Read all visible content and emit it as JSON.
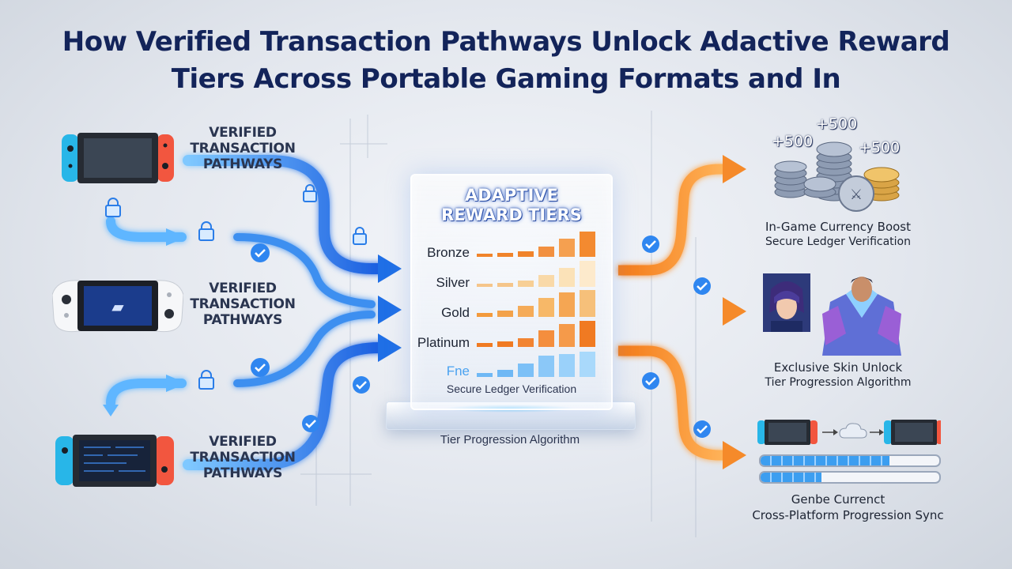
{
  "title": {
    "line1": "How Verified Transaction Pathways Unlock Adactive Reward",
    "line2": "Tiers Across Portable Gaming Formats and In"
  },
  "left": {
    "labels": [
      {
        "l1": "VERIFIED",
        "l2": "TRANSACTION",
        "l3": "PATHWAYS"
      },
      {
        "l1": "VERIFIED",
        "l2": "TRANSACTION",
        "l3": "PATHWAYS"
      },
      {
        "l1": "VERIFIED",
        "l2": "TRANSACTION",
        "l3": "PATHWAYS"
      }
    ]
  },
  "panel": {
    "title_l1": "ADAPTIVE",
    "title_l2": "REWARD TIERS",
    "tiers": [
      "Bronze",
      "Silver",
      "Gold",
      "Platinum",
      "Fne"
    ],
    "subtitle": "Secure Ledger Verification",
    "base_label": "Tier Progression Algorithm"
  },
  "right": {
    "currency": {
      "plus": [
        "+500",
        "+500",
        "+500"
      ],
      "title": "In-Game Currency Boost",
      "subtitle": "Secure Ledger Verification"
    },
    "skin": {
      "title": "Exclusive Skin Unlock",
      "subtitle": "Tier Progression Algorithm"
    },
    "sync": {
      "title": "Genbe Currenct",
      "subtitle": "Cross-Platform Progression Sync",
      "progress": [
        0.72,
        0.34
      ]
    }
  },
  "colors": {
    "blue_path": "#1f6fe6",
    "orange_path": "#f07a1e",
    "title": "#13245a"
  }
}
